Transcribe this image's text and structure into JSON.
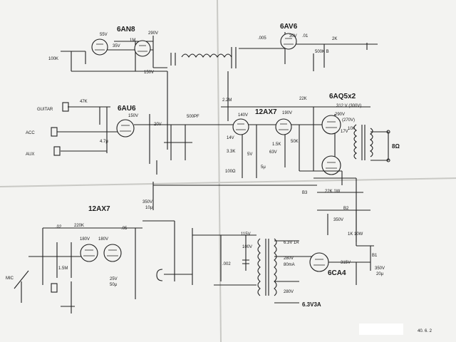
{
  "tubes": {
    "preamp1": "6AN8",
    "preamp2": "6AU6",
    "reverb_driver": "12AX7",
    "reverb_recovery": "6AV6",
    "output": "6AQ5x2",
    "tremolo": "12AX7",
    "rectifier": "6CA4"
  },
  "inputs": {
    "guitar": "GUITAR",
    "acc": "ACC",
    "aux": "AUX",
    "mic": "MIC"
  },
  "speaker": "8Ω",
  "values": {
    "v55": "55V",
    "v35": "35V",
    "v290a": "290V",
    "v150a": "150V",
    "v20": "20V",
    "v140": "140V",
    "v190": "190V",
    "v290b": "290V",
    "v270": "(270V)",
    "v312": "312 V (300V)",
    "v17": "17V",
    "v350a": "350V",
    "v350b": "350V",
    "v350c": "350V",
    "v315": "315V",
    "v115": "115V",
    "v100": "100V",
    "v280a": "280V",
    "v280b": "280V",
    "ma80": "80mA",
    "h63a": "6.3V 1A",
    "h63b": "6.3V3A",
    "v180a": "180V",
    "v180b": "180V",
    "v25": "25V",
    "v150b": "150V",
    "v63": "63V",
    "v30": "30V",
    "v14": "14V",
    "v5": "5V",
    "r100k": "100K",
    "r1m": "1M",
    "r220k": "220K",
    "r47k": "47K",
    "r22k": "22K",
    "r2k": "2K",
    "r500kb": "500K B",
    "r2_2m": "2.2M",
    "r3_3k": "3.3K",
    "r100ohm": "100Ω",
    "r22k1w": "22K 1W",
    "r1k10w": "1K 10W",
    "r1_5m": "1.5M",
    "r1_5k": "1.5K",
    "r10k": "10K",
    "r50k": "50K",
    "c005": ".005",
    "c01": ".01",
    "c02": ".02",
    "c05": ".05",
    "c002": ".002",
    "c500pf": "500PF",
    "c10u": "10μ",
    "c5u": "5μ",
    "c20u": "20μ",
    "c50u": "50μ",
    "c47u": "4.7μ",
    "b1": "B1",
    "b2": "B2",
    "b3": "B3"
  },
  "stamp": "40. 6. 2"
}
